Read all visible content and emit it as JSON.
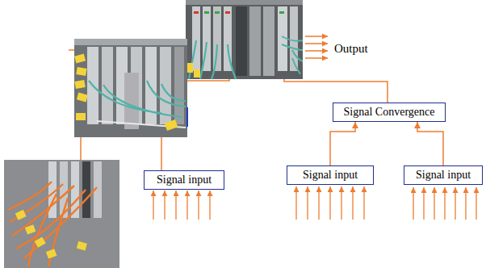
{
  "diagram": {
    "nodes": [
      {
        "text": [
          "Signal Convergence"
        ]
      },
      {
        "text": [
          "Signal input"
        ]
      },
      {
        "text": [
          "Signal input"
        ]
      },
      {
        "text": [
          "Signal input"
        ]
      }
    ],
    "edges": [
      {
        "from": 2,
        "to": 0,
        "arrow": "to"
      },
      {
        "from": 3,
        "to": 0,
        "arrow": "to"
      }
    ],
    "labels": [
      "Output"
    ]
  }
}
